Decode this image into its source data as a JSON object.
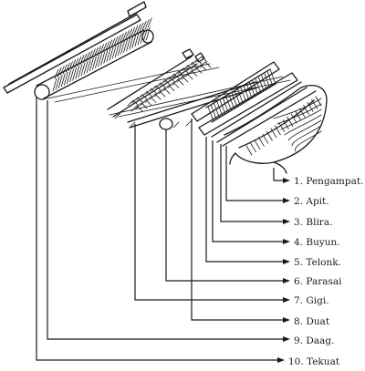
{
  "labels": [
    {
      "number": "1.",
      "name": "Pengampat."
    },
    {
      "number": "2.",
      "name": "Apit."
    },
    {
      "number": "3.",
      "name": "Blira."
    },
    {
      "number": "4.",
      "name": "Buyun."
    },
    {
      "number": "5.",
      "name": "Telonk."
    },
    {
      "number": "6.",
      "name": "Parasai"
    },
    {
      "number": "7.",
      "name": "Gigi."
    },
    {
      "number": "8.",
      "name": "Duat"
    },
    {
      "number": "9.",
      "name": "Daag."
    },
    {
      "number": "10.",
      "name": "Tekuat"
    }
  ]
}
